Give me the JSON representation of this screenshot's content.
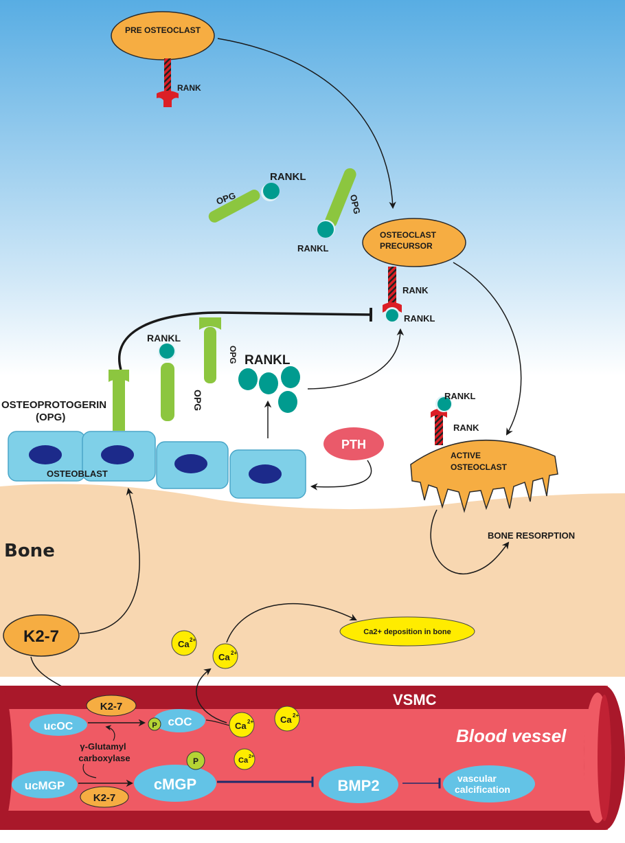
{
  "labels": {
    "pre_osteoclast": "PRE OSTEOCLAST",
    "rank_top": "RANK",
    "opg_free_1": "OPG",
    "rankl_free_1": "RANKL",
    "opg_free_2": "OPG",
    "rankl_free_2": "RANKL",
    "osteoclast_precursor_1": "OSTEOCLAST",
    "osteoclast_precursor_2": "PRECURSOR",
    "rank_precursor": "RANK",
    "rankl_precursor": "RANKL",
    "rankl_on_opg": "RANKL",
    "opg_on_rankl": "OPG",
    "opg_free_3": "OPG",
    "rankl_cluster": "RANKL",
    "osteoprotegerin_1": "OSTEOPROTOGERIN",
    "osteoprotegerin_2": "(OPG)",
    "osteoblast": "OSTEOBLAST",
    "pth": "PTH",
    "rankl_active": "RANKL",
    "rank_active": "RANK",
    "active_osteoclast_1": "ACTIVE",
    "active_osteoclast_2": "OSTEOCLAST",
    "bone_resorption": "BONE RESORPTION",
    "bone": "Bone",
    "k2_7_main": "K2-7",
    "ca2_deposition": "Ca2+ deposition in bone",
    "ca_sym": "Ca",
    "ca_charge": "2+",
    "vsmc": "VSMC",
    "blood_vessel": "Blood vessel",
    "k2_7_vessel_1": "K2-7",
    "ucoc": "ucOC",
    "p_label": "P",
    "coc": "cOC",
    "gamma_1": "γ-Glutamyl",
    "gamma_2": "carboxylase",
    "ucmgp": "ucMGP",
    "k2_7_vessel_2": "K2-7",
    "cmgp": "cMGP",
    "bmp2": "BMP2",
    "vascular_1": "vascular",
    "vascular_2": "calcification"
  },
  "colors": {
    "sky_top": "#5aaee4",
    "sky_bottom": "#ffffff",
    "bone": "#f8d7b1",
    "cell_blue": "#7fd0e8",
    "nucleus": "#1c2a8a",
    "orange": "#f6ad42",
    "green": "#8cc63f",
    "teal": "#009b8f",
    "red": "#dc1f26",
    "pth": "#ea5a6a",
    "yellow": "#ffec00",
    "vessel": "#ef5a64",
    "vessel_dark": "#a9182a",
    "vessel_inner_blue": "#63c3e6"
  }
}
